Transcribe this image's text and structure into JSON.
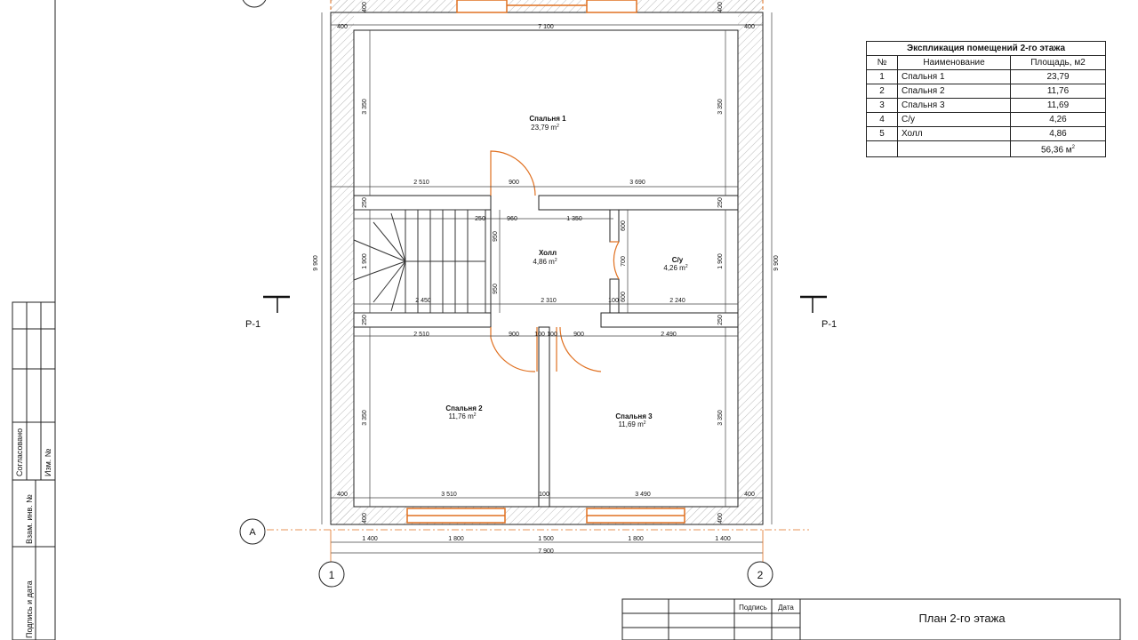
{
  "rooms": [
    {
      "name": "Спальня 1",
      "area": "23,79 m"
    },
    {
      "name": "Холл",
      "area": "4,86 m"
    },
    {
      "name": "С/у",
      "area": "4,26 m"
    },
    {
      "name": "Спальня 2",
      "area": "11,76 m"
    },
    {
      "name": "Спальня 3",
      "area": "11,69 m"
    }
  ],
  "sq_sup": "2",
  "dims": {
    "top_400l": "400",
    "top_7100": "7 100",
    "top_400r": "400",
    "top_w400l": "400",
    "top_w400r": "400",
    "left_3350a": "3 350",
    "right_3350a": "3 350",
    "mid_2510": "2 510",
    "mid_900": "900",
    "mid_3690": "3 690",
    "w250a": "250",
    "w250b": "250",
    "h250": "250",
    "h960": "960",
    "h1350": "1 350",
    "h950a": "950",
    "h950b": "950",
    "h1900l": "1 900",
    "h2450": "2 450",
    "h2310": "2 310",
    "h100": "100",
    "h2240": "2 240",
    "v600a": "600",
    "v700": "700",
    "v600b": "600",
    "v1900r": "1 900",
    "w250c": "250",
    "w250d": "250",
    "b2510": "2 510",
    "b900a": "900",
    "b100a": "100",
    "b100b": "100",
    "b900b": "900",
    "b2490": "2 490",
    "left_3350b": "3 350",
    "right_3350b": "3 350",
    "bot_400l": "400",
    "bot_3510": "3 510",
    "bot_100": "100",
    "bot_3490": "3 490",
    "bot_400r": "400",
    "bot_w400l": "400",
    "bot_w400r": "400",
    "o1400a": "1 400",
    "o1800a": "1 800",
    "o1500": "1 500",
    "o1800b": "1 800",
    "o1400b": "1 400",
    "o7900": "7 900",
    "left_9900": "9 900",
    "right_9900": "9 900"
  },
  "axes": {
    "a": "A",
    "one": "1",
    "two": "2"
  },
  "section": {
    "left": "Р-1",
    "right": "Р-1"
  },
  "explication": {
    "title": "Экспликация помещений  2-го этажа",
    "col_num": "№",
    "col_name": "Наименование",
    "col_area": "Площадь, м2",
    "rows": [
      {
        "num": "1",
        "name": "Спальня 1",
        "area": "23,79"
      },
      {
        "num": "2",
        "name": "Спальня 2",
        "area": "11,76"
      },
      {
        "num": "3",
        "name": "Спальня 3",
        "area": "11,69"
      },
      {
        "num": "4",
        "name": "С/у",
        "area": "4,26"
      },
      {
        "num": "5",
        "name": "Холл",
        "area": "4,86"
      }
    ],
    "total": "56,36 м"
  },
  "stamp": {
    "sign": "Подпись",
    "date": "Дата",
    "title": "План 2-го этажа"
  },
  "sidebar": {
    "agreed": "Согласовано",
    "changes": "Изм. №",
    "inv": "Взам. инв. №",
    "signdate": "Подпись и дата"
  }
}
